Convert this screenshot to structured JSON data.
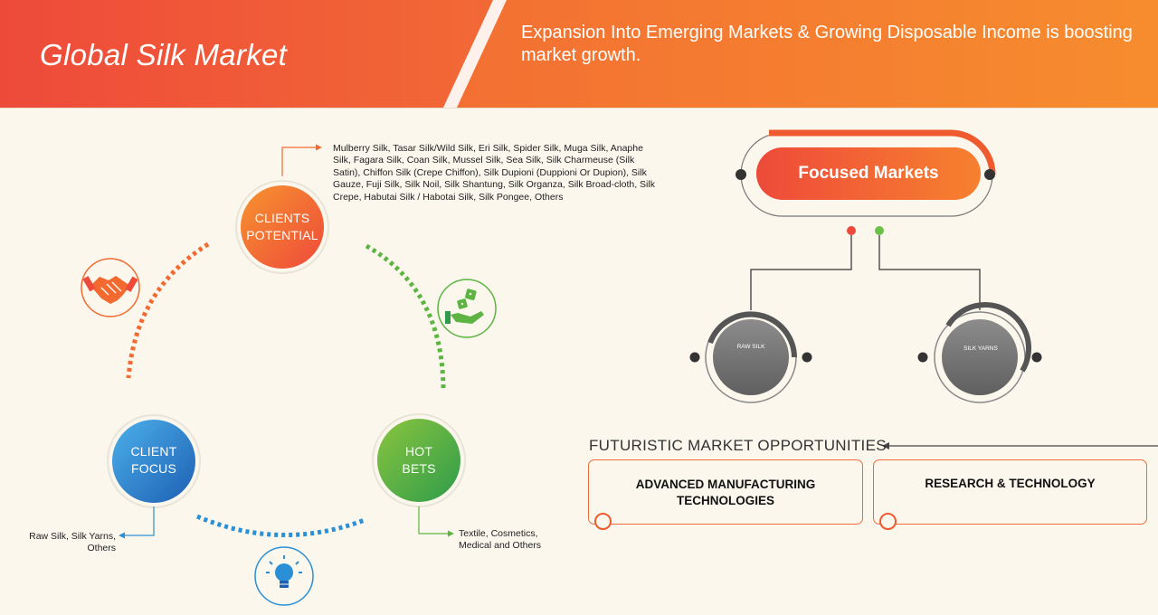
{
  "header": {
    "title": "Global Silk Market",
    "tagline": "Expansion Into Emerging Markets & Growing Disposable Income is boosting market growth."
  },
  "cycle": {
    "clients_potential": {
      "label_line1": "CLIENTS",
      "label_line2": "POTENTIAL",
      "description": "Mulberry Silk, Tasar Silk/Wild Silk, Eri Silk, Spider Silk, Muga Silk, Anaphe Silk, Fagara Silk, Coan Silk, Mussel Silk, Sea Silk, Silk Charmeuse (Silk Satin), Chiffon Silk (Crepe Chiffon), Silk Dupioni (Duppioni Or Dupion), Silk Gauze, Fuji Silk, Silk Noil, Silk Shantung, Silk Organza, Silk Broad-cloth, Silk Crepe, Habutai Silk / Habotai Silk, Silk Pongee, Others"
    },
    "client_focus": {
      "label_line1": "CLIENT",
      "label_line2": "FOCUS",
      "description": "Raw Silk, Silk Yarns, Others"
    },
    "hot_bets": {
      "label_line1": "HOT",
      "label_line2": "BETS",
      "description": "Textile, Cosmetics, Medical and Others"
    },
    "icons": [
      "handshake-icon",
      "hand-dice-icon",
      "lightbulb-icon"
    ]
  },
  "focused_markets": {
    "title": "Focused Markets",
    "segments": [
      "RAW SILK",
      "SILK YARNS"
    ]
  },
  "opportunities": {
    "title": "FUTURISTIC MARKET OPPORTUNITIES",
    "items": [
      {
        "line1": "ADVANCED MANUFACTURING",
        "line2": "TECHNOLOGIES"
      },
      {
        "line1": "RESEARCH & TECHNOLOGY",
        "line2": ""
      }
    ]
  },
  "colors": {
    "orange": "#f26a30",
    "red": "#ee4a3a",
    "green": "#5db443",
    "blue": "#2b8fd6",
    "dark_gray": "#444444",
    "gray": "#8a8a8a"
  }
}
